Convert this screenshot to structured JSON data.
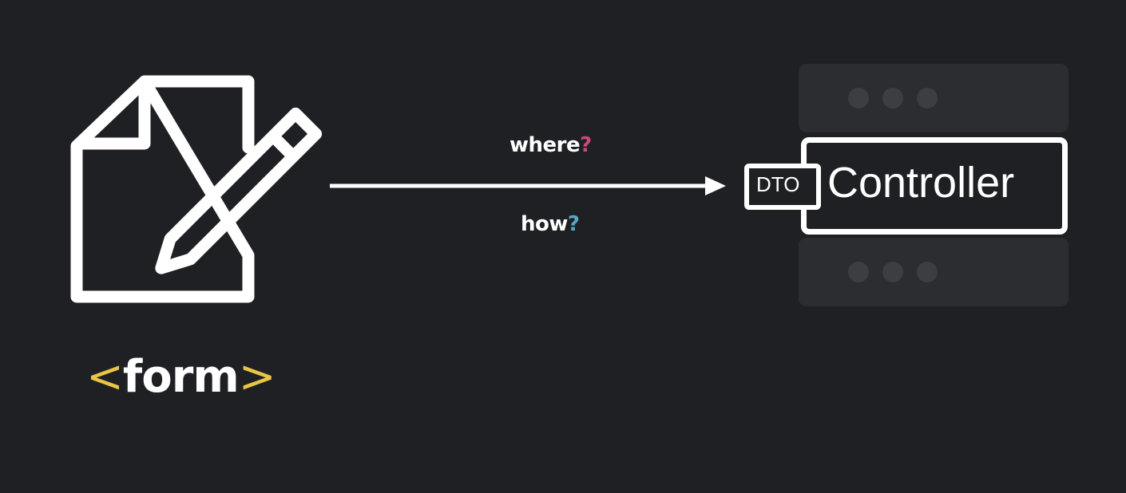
{
  "left": {
    "icon": "document-edit-icon",
    "label_open": "<",
    "label_text": "form",
    "label_close": ">"
  },
  "arrow": {
    "top_text": "where",
    "top_mark": "?",
    "bottom_text": "how",
    "bottom_mark": "?"
  },
  "right": {
    "badge": "DTO",
    "title": "Controller",
    "icon": "server-rack-icon"
  },
  "colors": {
    "background": "#1f2024",
    "foreground": "#ffffff",
    "bracket": "#e8c547",
    "where_mark": "#c94a7e",
    "how_mark": "#58a6c4",
    "server_faded": "#2c2d31"
  }
}
